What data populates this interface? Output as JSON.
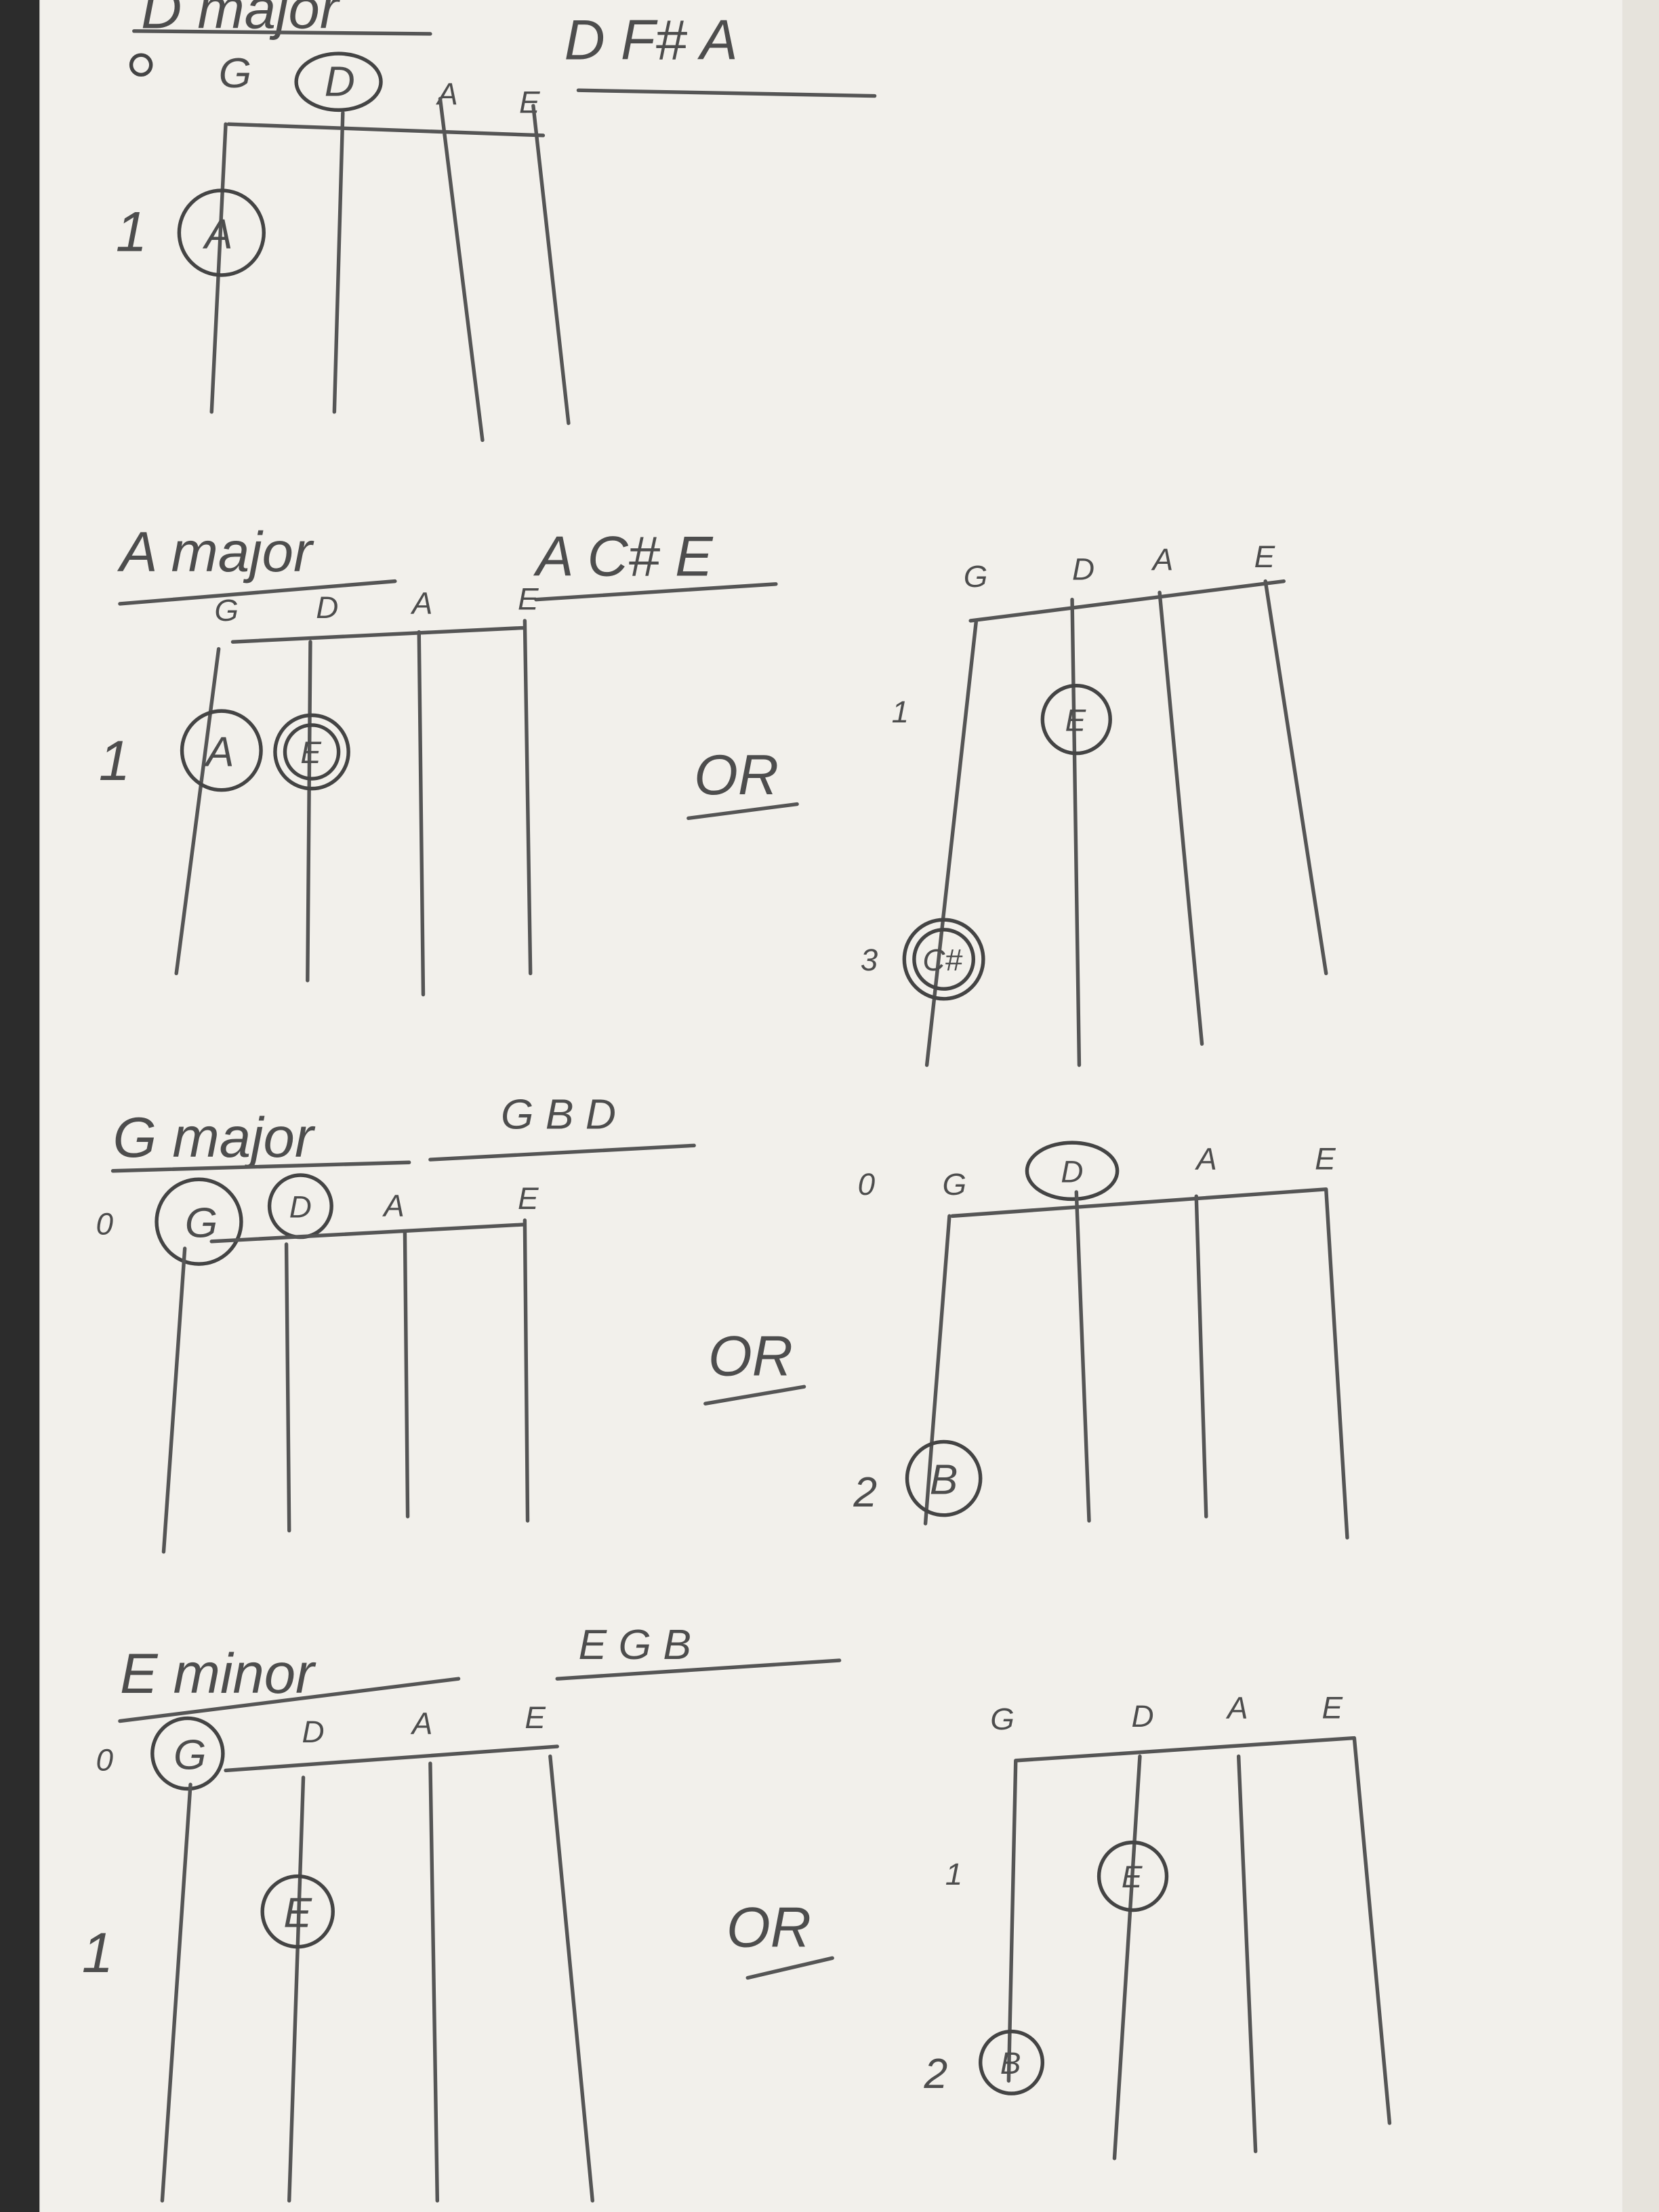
{
  "colors": {
    "paper": "#f2f0eb",
    "pencil": "#555555",
    "edge": "#2c2c2c"
  },
  "or_label": "OR",
  "open_marker": "0",
  "chords": [
    {
      "name": "D major",
      "notes": "D F# A",
      "main": {
        "strings": [
          "G",
          "D",
          "A",
          "E"
        ],
        "fret_labels": [
          "1"
        ],
        "fingered": [
          "A"
        ],
        "open_circled": [
          "D"
        ]
      }
    },
    {
      "name": "A major",
      "notes": "A C# E",
      "main": {
        "strings": [
          "G",
          "D",
          "A",
          "E"
        ],
        "fret_labels": [
          "1"
        ],
        "fingered": [
          "A",
          "E"
        ]
      },
      "alt": {
        "strings": [
          "G",
          "D",
          "A",
          "E"
        ],
        "fret_labels": [
          "1",
          "3"
        ],
        "fingered": [
          "E",
          "C#"
        ]
      }
    },
    {
      "name": "G major",
      "notes": "G B D",
      "main": {
        "strings": [
          "G",
          "D",
          "A",
          "E"
        ],
        "open_circled": [
          "G",
          "D"
        ]
      },
      "alt": {
        "strings": [
          "G",
          "D",
          "A",
          "E"
        ],
        "open_circled": [
          "D"
        ],
        "fret_labels": [
          "2"
        ],
        "fingered": [
          "B"
        ]
      }
    },
    {
      "name": "E minor",
      "notes": "E G B",
      "main": {
        "strings": [
          "G",
          "D",
          "A",
          "E"
        ],
        "open_circled": [
          "G"
        ],
        "fret_labels": [
          "1"
        ],
        "fingered": [
          "E"
        ]
      },
      "alt": {
        "strings": [
          "G",
          "D",
          "A",
          "E"
        ],
        "fret_labels": [
          "1",
          "2"
        ],
        "fingered": [
          "E",
          "B"
        ]
      }
    }
  ]
}
